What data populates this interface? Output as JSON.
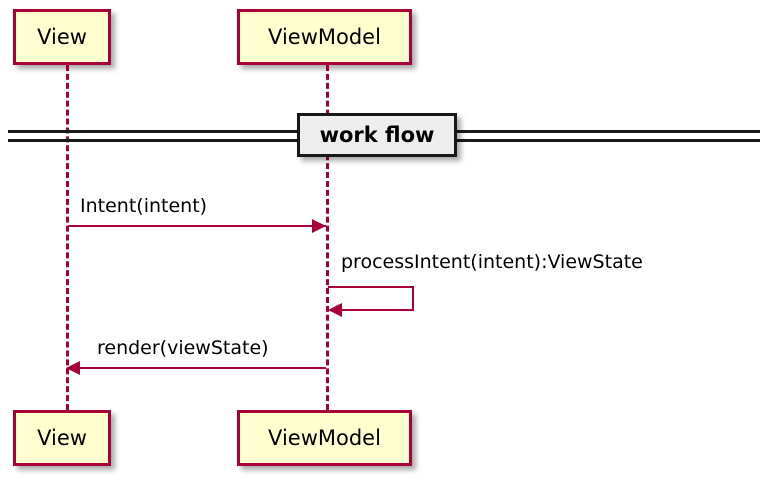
{
  "diagram": {
    "type": "uml-sequence-diagram",
    "background_color": "#FFFFFF",
    "participant_fill": "#FEFECE",
    "participant_border": "#A80036",
    "message_color": "#A80036",
    "divider_color": "#181818",
    "divider_fill": "#EEEEEE",
    "participants": [
      {
        "id": "view",
        "label": "View"
      },
      {
        "id": "viewmodel",
        "label": "ViewModel"
      }
    ],
    "participants_bottom": [
      {
        "id": "view",
        "label": "View"
      },
      {
        "id": "viewmodel",
        "label": "ViewModel"
      }
    ],
    "divider": {
      "label": "work flow"
    },
    "messages": [
      {
        "id": "m1",
        "label": "Intent(intent)",
        "from": "View",
        "to": "ViewModel",
        "direction": "right",
        "self": false
      },
      {
        "id": "m2",
        "label": "processIntent(intent):ViewState",
        "from": "ViewModel",
        "to": "ViewModel",
        "direction": "self",
        "self": true
      },
      {
        "id": "m3",
        "label": "render(viewState)",
        "from": "ViewModel",
        "to": "View",
        "direction": "left",
        "self": false
      }
    ]
  }
}
